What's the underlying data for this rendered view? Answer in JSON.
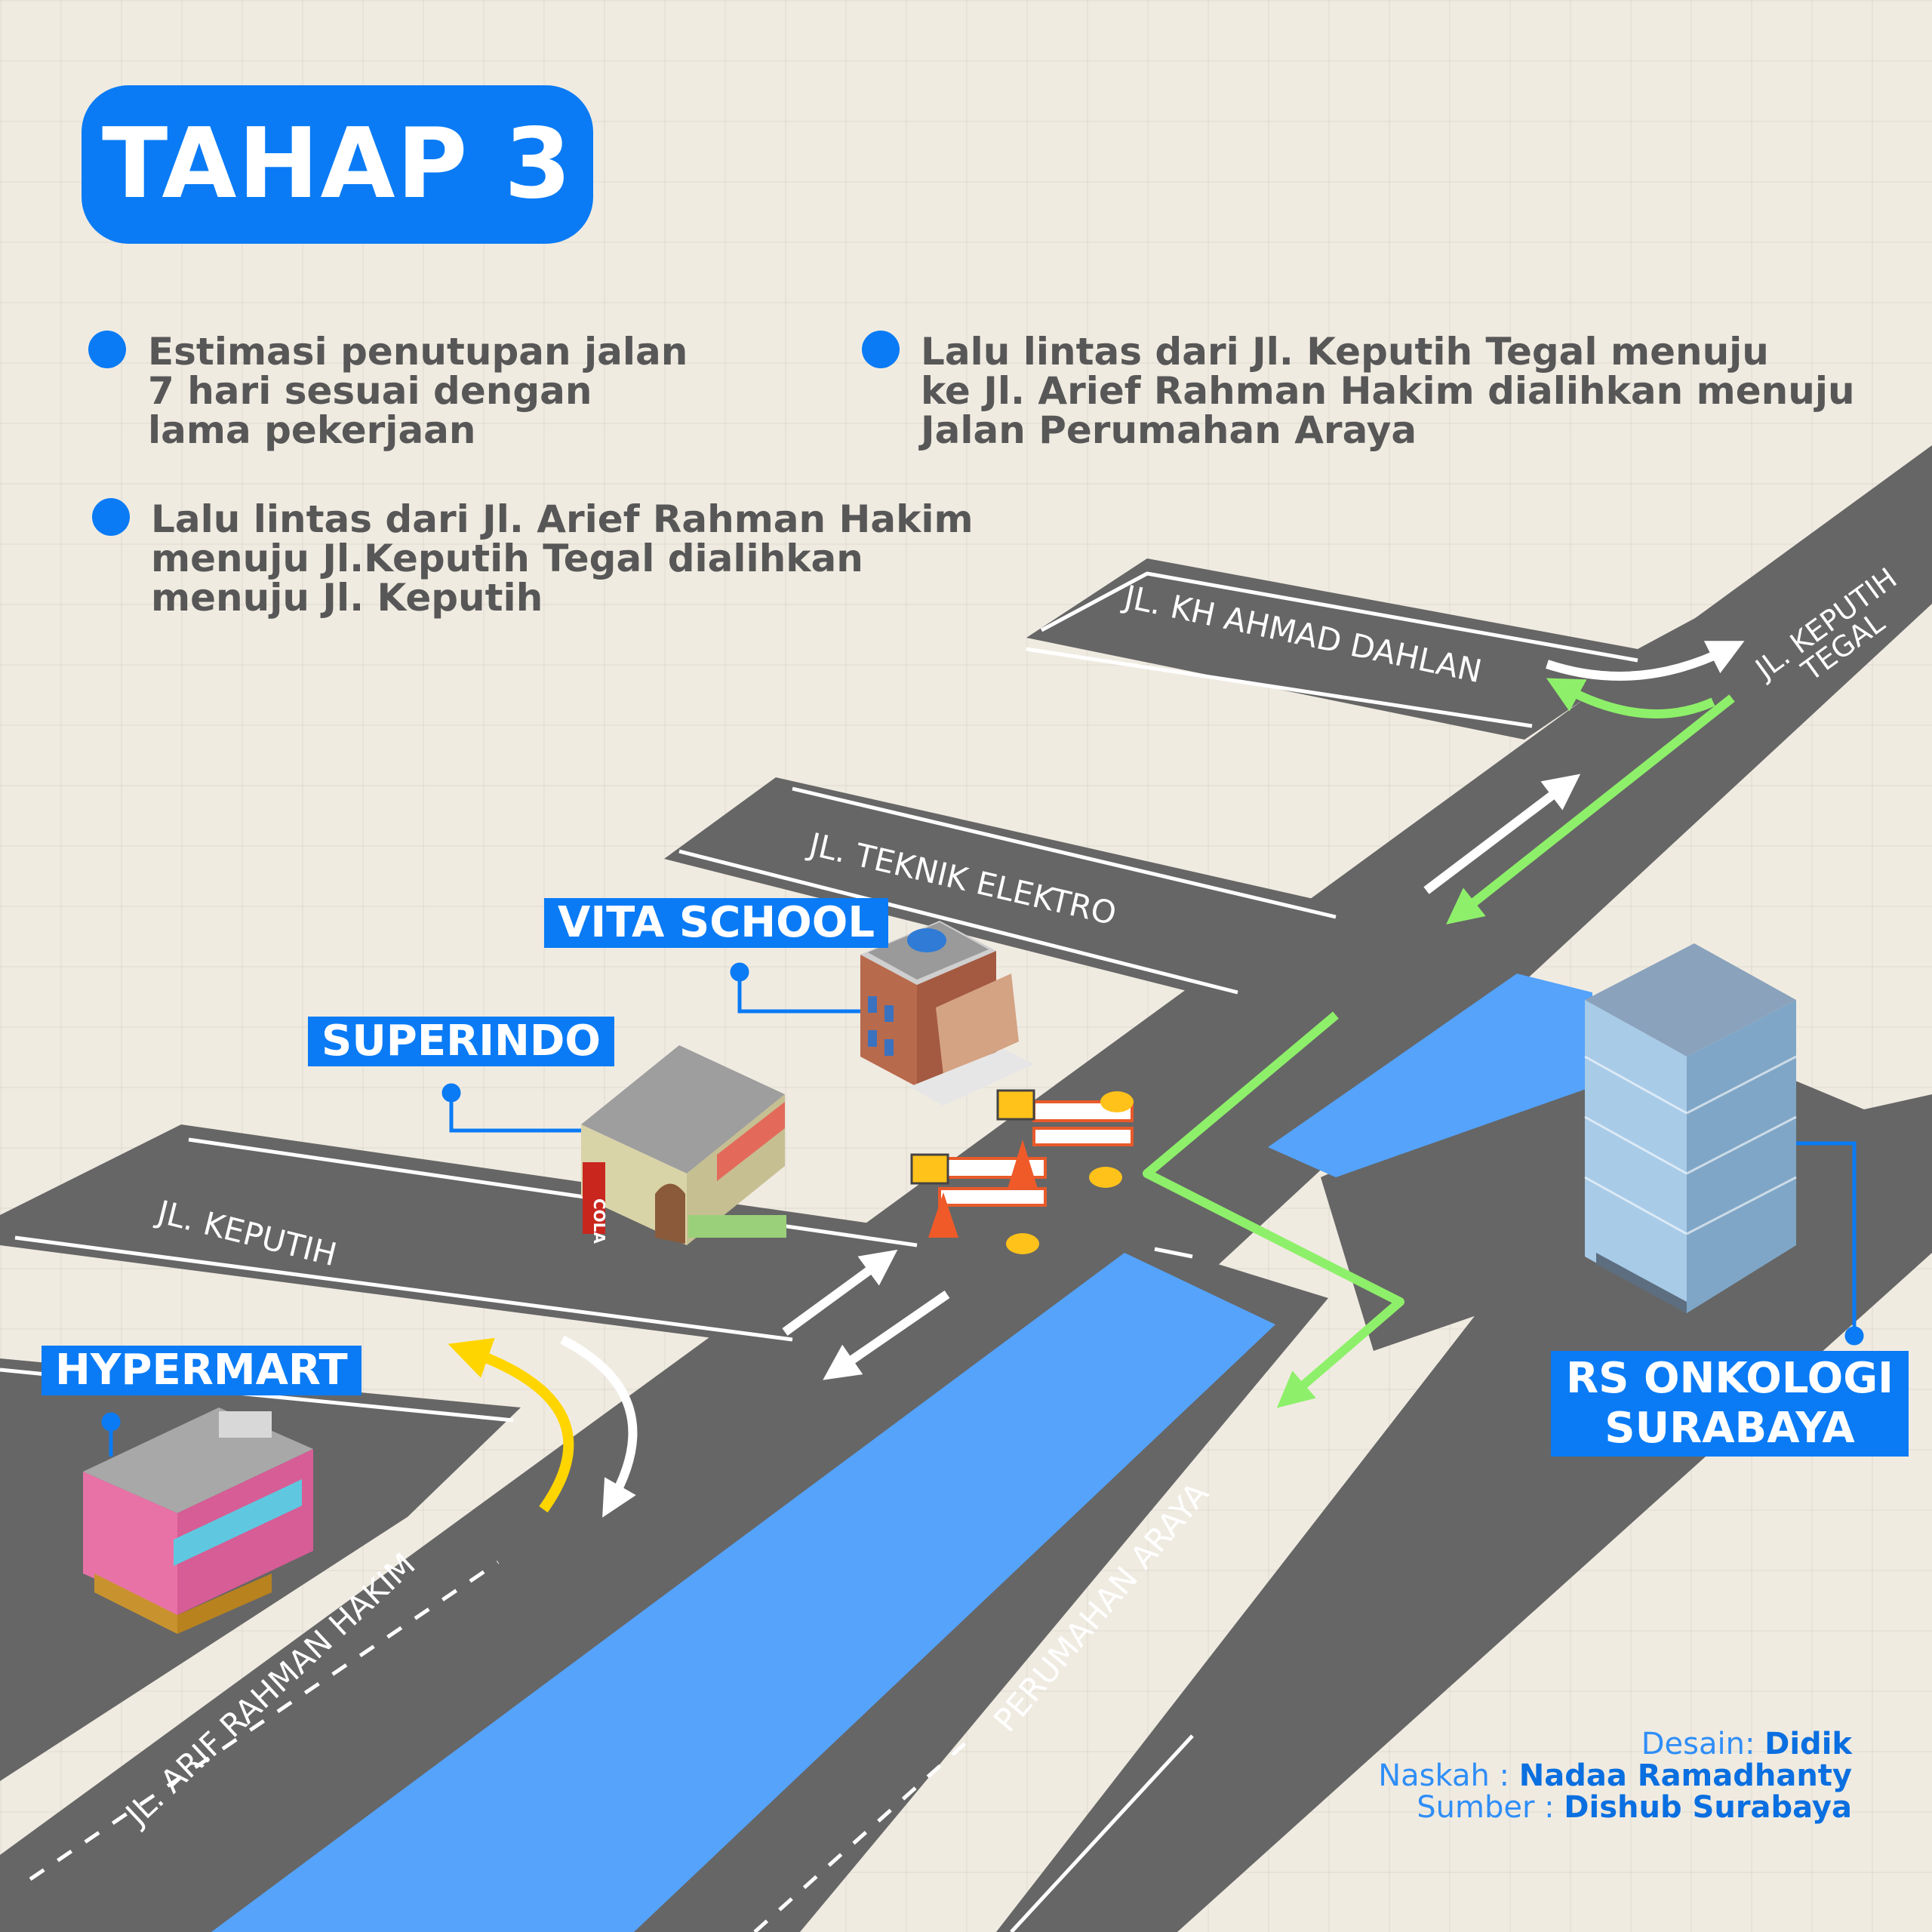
{
  "title": "TAHAP 3",
  "notes": {
    "n1": [
      "Estimasi penutupan jalan",
      "7 hari sesuai dengan",
      "lama pekerjaan"
    ],
    "n2": [
      "Lalu lintas dari Jl. Keputih Tegal menuju",
      "ke Jl. Arief Rahman Hakim dialihkan menuju",
      "Jalan Perumahan Araya"
    ],
    "n3": [
      "Lalu lintas dari Jl. Arief Rahman Hakim",
      "menuju Jl.Keputih Tegal dialihkan",
      "menuju Jl. Keputih"
    ]
  },
  "streets": {
    "kh_ahmad_dahlan": "JL. KH AHMAD DAHLAN",
    "keputih_tegal": [
      "JL. KEPUTIH",
      "TEGAL"
    ],
    "teknik_elektro": "JL. TEKNIK ELEKTRO",
    "keputih": "JL. KEPUTIH",
    "arif_rahman_hakim": "JL. ARIF RAHMAN HAKIM",
    "perumahan_araya": "PERUMAHAN ARAYA"
  },
  "pois": {
    "vita_school": "VITA SCHOOL",
    "superindo": "SUPERINDO",
    "hypermart": "HYPERMART",
    "rs_onkologi": [
      "RS ONKOLOGI",
      "SURABAYA"
    ],
    "cola_text": "COLA"
  },
  "credits": {
    "design_label": "Desain: ",
    "design_name": "Didik",
    "script_label": "Naskah : ",
    "script_name": "Nadaa Ramadhanty",
    "source_label": "Sumber : ",
    "source_name": "Dishub Surabaya"
  },
  "colors": {
    "background": "#f0ebe1",
    "road": "#666666",
    "canal": "#55a3fb",
    "accent": "#0a7bf5",
    "detour_green": "#8ef06a",
    "detour_yellow": "#ffd500",
    "arrow_white": "#ffffff"
  },
  "icons": [
    "road-barrier-icon",
    "traffic-cone-icon",
    "warning-sign-icon",
    "hard-hat-icon"
  ]
}
